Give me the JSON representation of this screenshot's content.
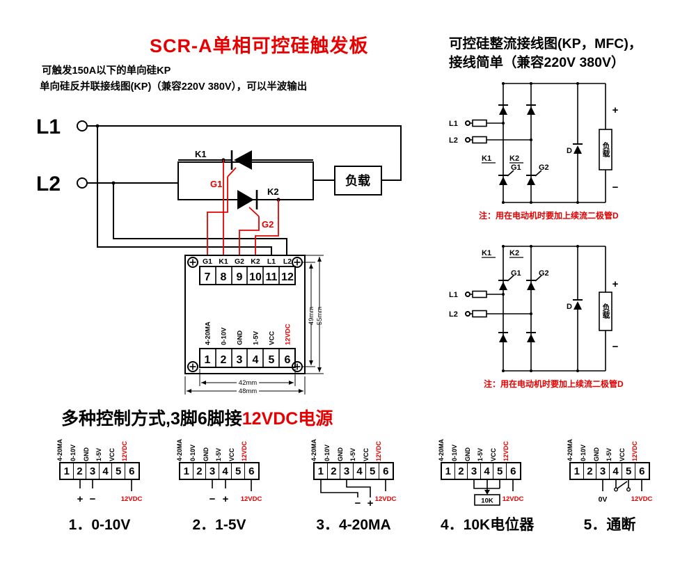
{
  "colors": {
    "accent_red": "#e60000",
    "wire_black": "#000000"
  },
  "header": {
    "title": "SCR-A单相可控硅触发板",
    "subtitle1": "可触发150A以下的单向硅KP",
    "subtitle2": "单向硅反并联接线图(KP)（兼容220V 380V），可以半波输出"
  },
  "main_circuit": {
    "l1": "L1",
    "l2": "L2",
    "k1": "K1",
    "g1": "G1",
    "k2": "K2",
    "g2": "G2",
    "load": "负载"
  },
  "terminal_block": {
    "top_labels": [
      "G1",
      "K1",
      "G2",
      "K2",
      "L1",
      "L2"
    ],
    "top_numbers": [
      "7",
      "8",
      "9",
      "10",
      "11",
      "12"
    ],
    "bottom_labels": [
      "4-20MA",
      "0-10V",
      "GND",
      "1-5V",
      "VCC",
      "12VDC"
    ],
    "bottom_numbers": [
      "1",
      "2",
      "3",
      "4",
      "5",
      "6"
    ],
    "dims": {
      "inner_width": "42mm",
      "outer_width": "48mm",
      "hole_height": "49mm",
      "outer_height": "55mm"
    }
  },
  "right_panel": {
    "title_line1": "可控硅整流接线图(KP，MFC)，",
    "title_line2": "接线简单（兼容220V 380V）",
    "diagram_top": {
      "l1": "L1",
      "l2": "L2",
      "k1": "K1",
      "k2": "K2",
      "g1": "G1",
      "g2": "G2",
      "d": "D",
      "load": "负载",
      "plus": "+",
      "minus": "−",
      "note": "注：用在电动机时要加上续流二极管D"
    },
    "diagram_bottom": {
      "l1": "L1",
      "l2": "L2",
      "k1": "K1",
      "k2": "K2",
      "g1": "G1",
      "g2": "G2",
      "d": "D",
      "load": "负载",
      "plus": "+",
      "minus": "−",
      "note": "注：用在电动机时要加上续流二极管D"
    }
  },
  "controls": {
    "title_black": "多种控制方式,3脚6脚接",
    "title_red": "12VDC电源",
    "pin_labels": [
      "4-20MA",
      "0-10V",
      "GND",
      "1-5V",
      "VCC",
      "12VDC"
    ],
    "pin_numbers": [
      "1",
      "2",
      "3",
      "4",
      "5",
      "6"
    ],
    "supply": "12VDC",
    "blocks": [
      {
        "caption": "1．0-10V",
        "plus": "+",
        "minus": "−"
      },
      {
        "caption": "2．1-5V",
        "plus": "+",
        "minus": "−"
      },
      {
        "caption": "3．4-20MA",
        "plus": "+",
        "minus": "−"
      },
      {
        "caption": "4．10K电位器",
        "pot": "10K"
      },
      {
        "caption": "5．通断",
        "zero": "0V"
      }
    ]
  }
}
